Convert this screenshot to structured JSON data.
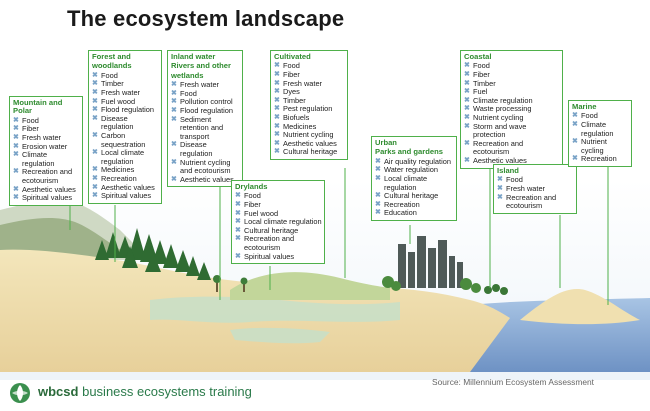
{
  "title": "The ecosystem landscape",
  "boxes": {
    "mountain": {
      "header": [
        "Mountain and Polar"
      ],
      "items": [
        "Food",
        "Fiber",
        "Fresh water",
        "Erosion water",
        "Climate regulation",
        "Recreation and ecotourism",
        "Aesthetic values",
        "Spiritual values"
      ]
    },
    "forest": {
      "header": [
        "Forest and",
        "woodlands"
      ],
      "items": [
        "Food",
        "Timber",
        "Fresh water",
        "Fuel wood",
        "Flood regulation",
        "Disease regulation",
        "Carbon sequestration",
        "Local climate regulation",
        "Medicines",
        "Recreation",
        "Aesthetic values",
        "Spiritual values"
      ]
    },
    "inland": {
      "header": [
        "Inland water",
        "Rivers and other",
        "wetlands"
      ],
      "items": [
        "Fresh water",
        "Food",
        "Pollution control",
        "Flood regulation",
        "Sediment retention and transport",
        "Disease regulation",
        "Nutrient cycling and ecotourism",
        "Aesthetic values"
      ]
    },
    "drylands": {
      "header": [
        "Drylands"
      ],
      "items": [
        "Food",
        "Fiber",
        "Fuel wood",
        "Local climate regulation",
        "Cultural heritage",
        "Recreation and ecotourism",
        "Spiritual values"
      ]
    },
    "cultivated": {
      "header": [
        "Cultivated"
      ],
      "items": [
        "Food",
        "Fiber",
        "Fresh water",
        "Dyes",
        "Timber",
        "Pest regulation",
        "Biofuels",
        "Medicines",
        "Nutrient cycling",
        "Aesthetic values",
        "Cultural heritage"
      ]
    },
    "urban": {
      "header": [
        "Urban",
        "Parks and gardens"
      ],
      "items": [
        "Air quality regulation",
        "Water regulation",
        "Local climate regulation",
        "Cultural heritage",
        "Recreation",
        "Education"
      ]
    },
    "coastal": {
      "header": [
        "Coastal"
      ],
      "items": [
        "Food",
        "Fiber",
        "Timber",
        "Fuel",
        "Climate regulation",
        "Waste processing",
        "Nutrient cycling",
        "Storm and wave protection",
        "Recreation and ecotourism",
        "Aesthetic values"
      ]
    },
    "island": {
      "header": [
        "Island"
      ],
      "items": [
        "Food",
        "Fresh water",
        "Recreation and ecotourism"
      ]
    },
    "marine": {
      "header": [
        "Marine"
      ],
      "items": [
        "Food",
        "Climate regulation",
        "Nutrient cycling",
        "Recreation"
      ]
    }
  },
  "footer": {
    "brand": "wbcsd",
    "text": "business ecosystems training"
  },
  "source": "Source: Millennium Ecosystem Assessment",
  "colors": {
    "box_border": "#4fb04a",
    "header_text": "#2e8b2e",
    "sea": "#8fb0d8",
    "sand": "#f0e0b0",
    "marker": "#7aa3c7"
  }
}
